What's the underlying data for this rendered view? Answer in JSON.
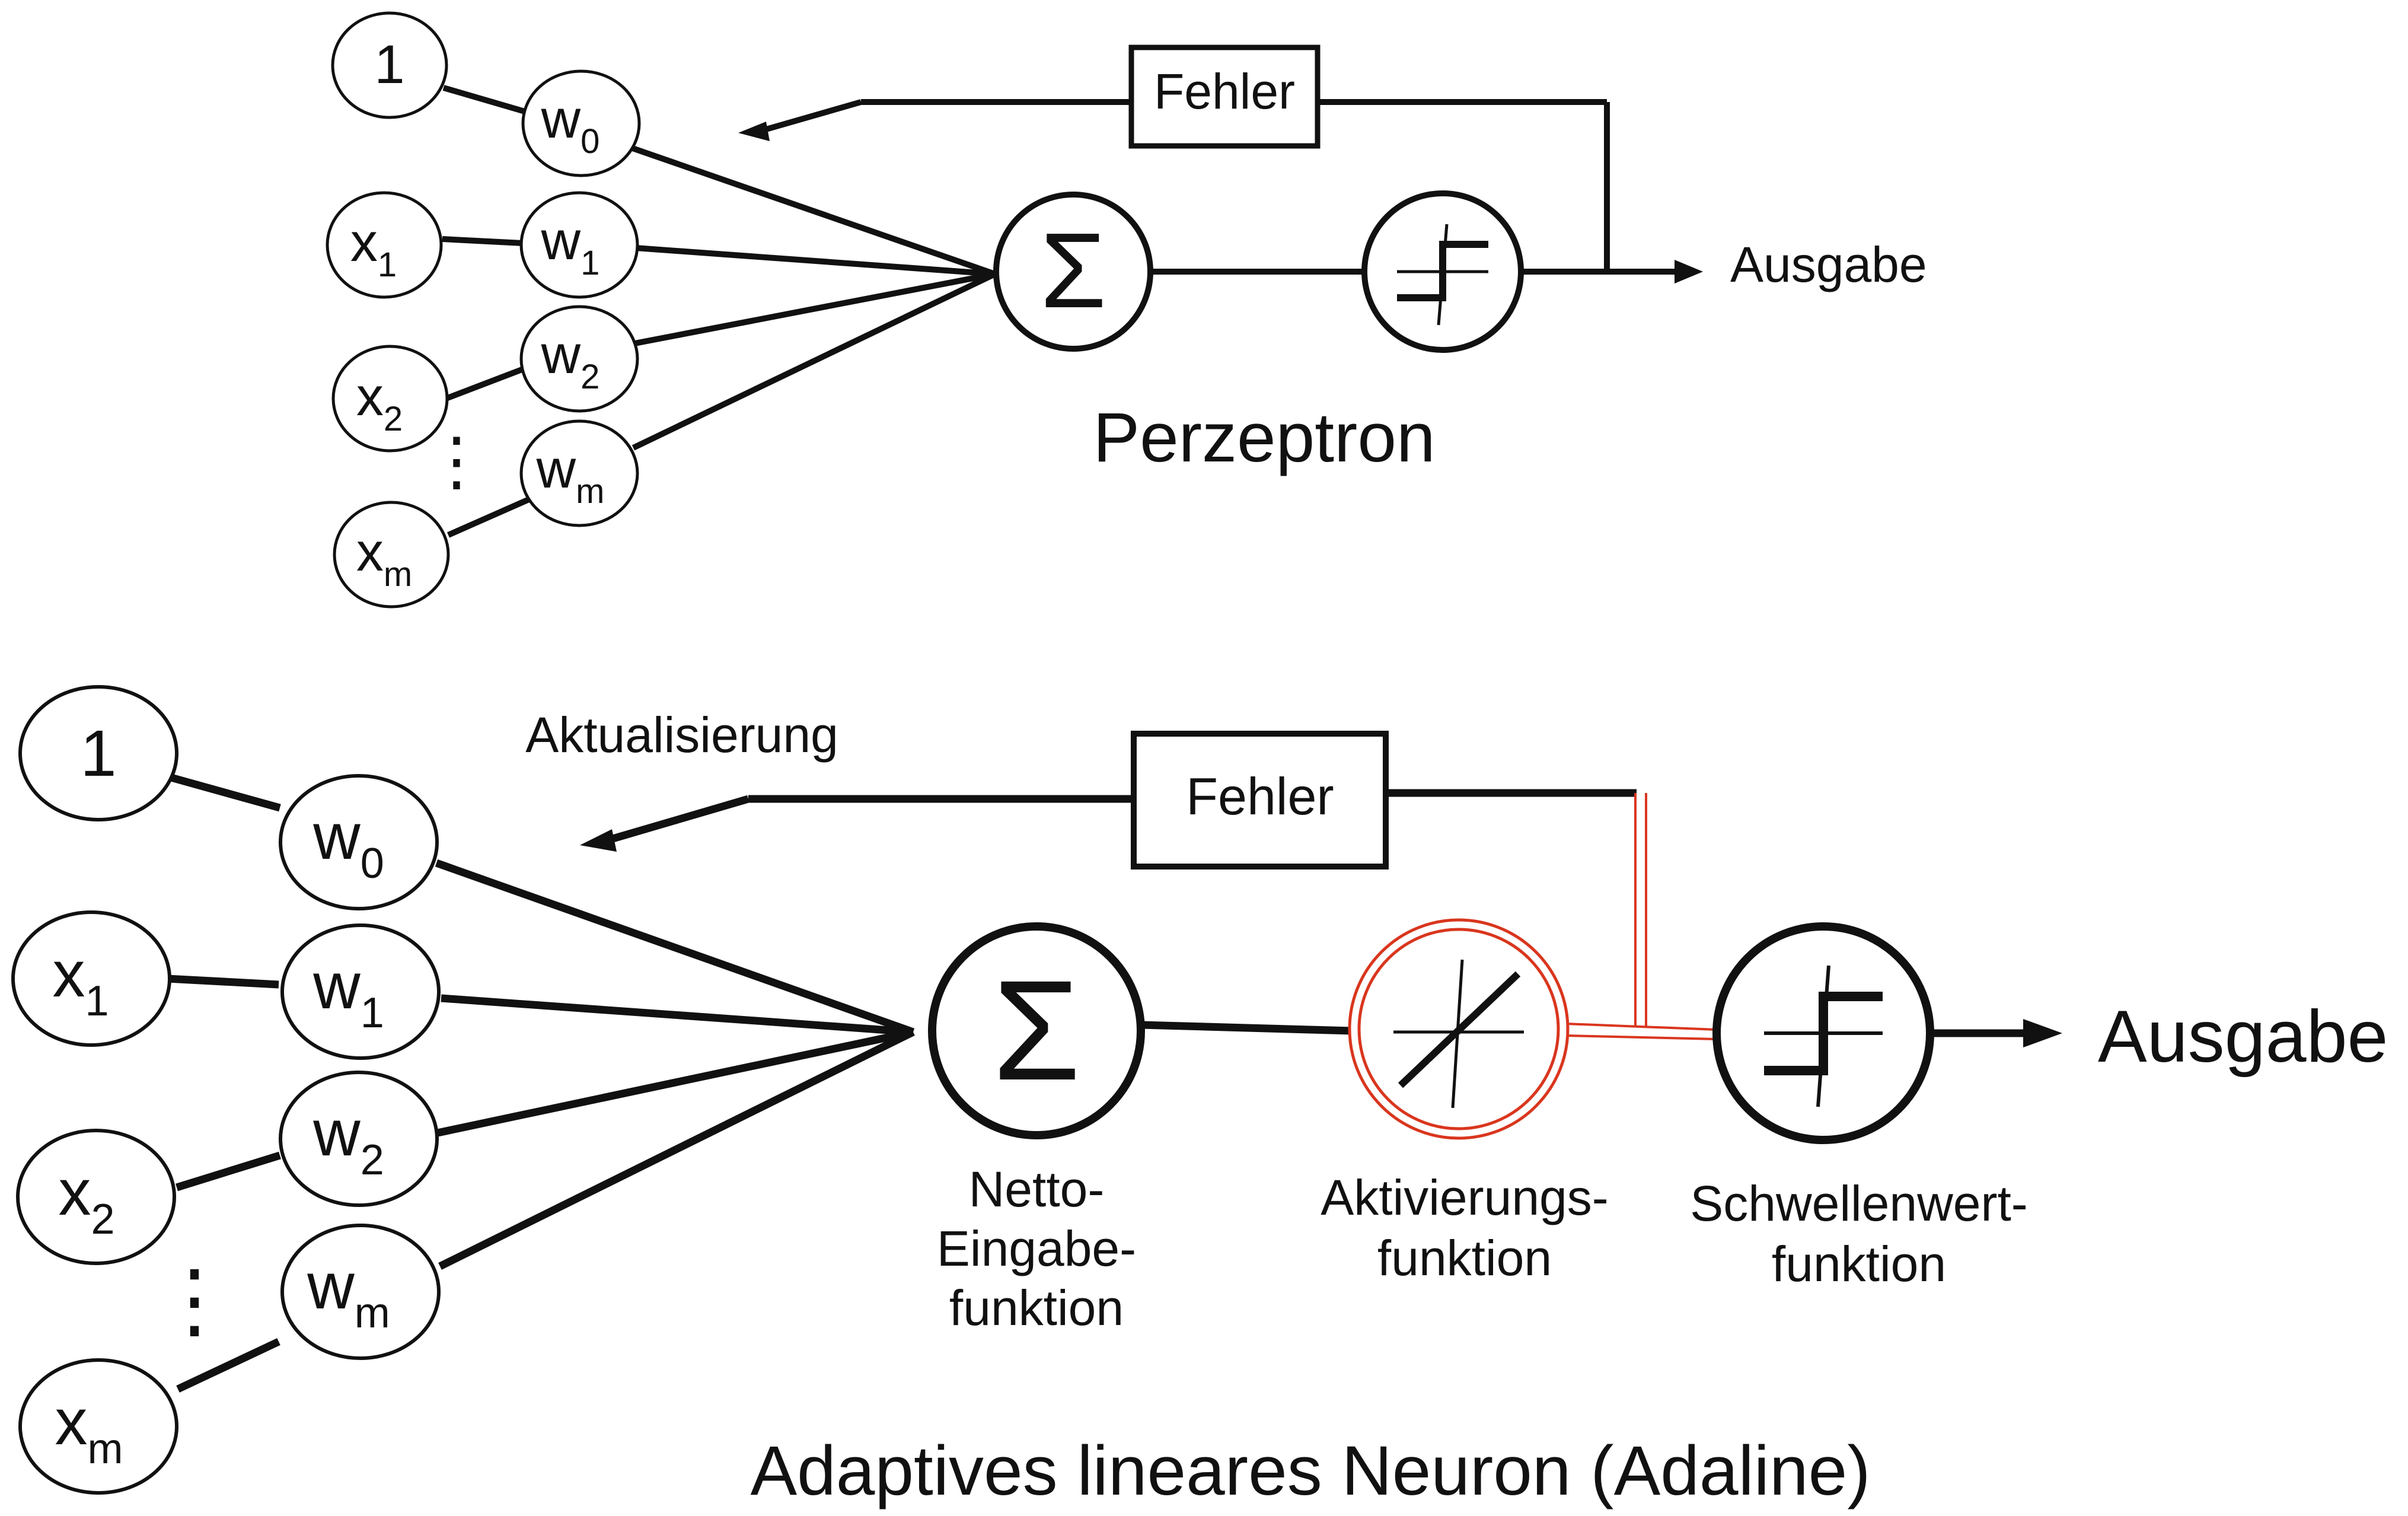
{
  "colors": {
    "stroke": "#111111",
    "background": "#ffffff",
    "activation_highlight": "#d9361e"
  },
  "perceptron": {
    "title": "Perzeptron",
    "error_label": "Fehler",
    "output_label": "Ausgabe",
    "inputs": [
      {
        "main": "1",
        "sub": ""
      },
      {
        "main": "x",
        "sub": "1"
      },
      {
        "main": "x",
        "sub": "2"
      },
      {
        "main": "x",
        "sub": "m"
      }
    ],
    "weights": [
      {
        "main": "w",
        "sub": "0"
      },
      {
        "main": "w",
        "sub": "1"
      },
      {
        "main": "w",
        "sub": "2"
      },
      {
        "main": "w",
        "sub": "m"
      }
    ],
    "sum_symbol": "Σ",
    "ellipsis": "⋮"
  },
  "adaline": {
    "title": "Adaptives lineares Neuron (Adaline)",
    "update_label": "Aktualisierung",
    "error_label": "Fehler",
    "output_label": "Ausgabe",
    "inputs": [
      {
        "main": "1",
        "sub": ""
      },
      {
        "main": "x",
        "sub": "1"
      },
      {
        "main": "x",
        "sub": "2"
      },
      {
        "main": "x",
        "sub": "m"
      }
    ],
    "weights": [
      {
        "main": "w",
        "sub": "0"
      },
      {
        "main": "w",
        "sub": "1"
      },
      {
        "main": "w",
        "sub": "2"
      },
      {
        "main": "w",
        "sub": "m"
      }
    ],
    "sum_symbol": "Σ",
    "ellipsis": "⋮",
    "net_input_label": [
      "Netto-",
      "Eingabe-",
      "funktion"
    ],
    "activation_label": [
      "Aktivierungs-",
      "funktion"
    ],
    "threshold_label": [
      "Schwellenwert-",
      "funktion"
    ]
  }
}
